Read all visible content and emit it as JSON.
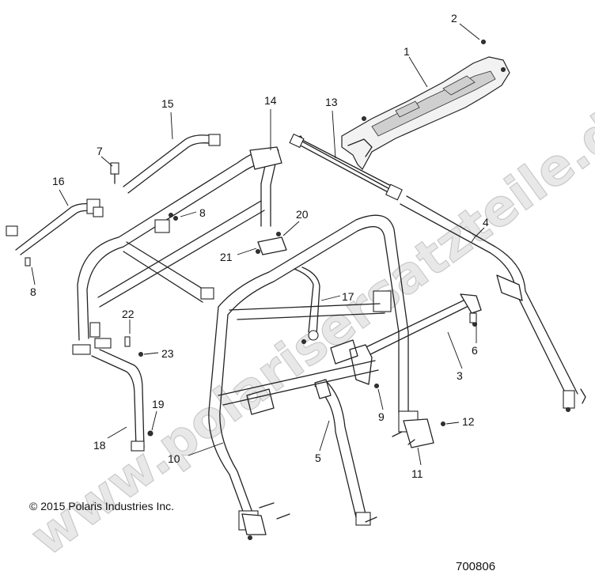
{
  "figure": {
    "copyright": "© 2015 Polaris Industries Inc.",
    "document_number": "700806",
    "watermark": "www.polarisersatzteile.de"
  },
  "callouts": [
    {
      "id": "c1",
      "label": "1"
    },
    {
      "id": "c2",
      "label": "2"
    },
    {
      "id": "c3",
      "label": "3"
    },
    {
      "id": "c4",
      "label": "4"
    },
    {
      "id": "c5",
      "label": "5"
    },
    {
      "id": "c6",
      "label": "6"
    },
    {
      "id": "c7",
      "label": "7"
    },
    {
      "id": "c8a",
      "label": "8"
    },
    {
      "id": "c8b",
      "label": "8"
    },
    {
      "id": "c9",
      "label": "9"
    },
    {
      "id": "c10",
      "label": "10"
    },
    {
      "id": "c11",
      "label": "11"
    },
    {
      "id": "c12",
      "label": "12"
    },
    {
      "id": "c13",
      "label": "13"
    },
    {
      "id": "c14",
      "label": "14"
    },
    {
      "id": "c15",
      "label": "15"
    },
    {
      "id": "c16",
      "label": "16"
    },
    {
      "id": "c17",
      "label": "17"
    },
    {
      "id": "c18",
      "label": "18"
    },
    {
      "id": "c19",
      "label": "19"
    },
    {
      "id": "c20",
      "label": "20"
    },
    {
      "id": "c21",
      "label": "21"
    },
    {
      "id": "c22",
      "label": "22"
    },
    {
      "id": "c23",
      "label": "23"
    }
  ]
}
